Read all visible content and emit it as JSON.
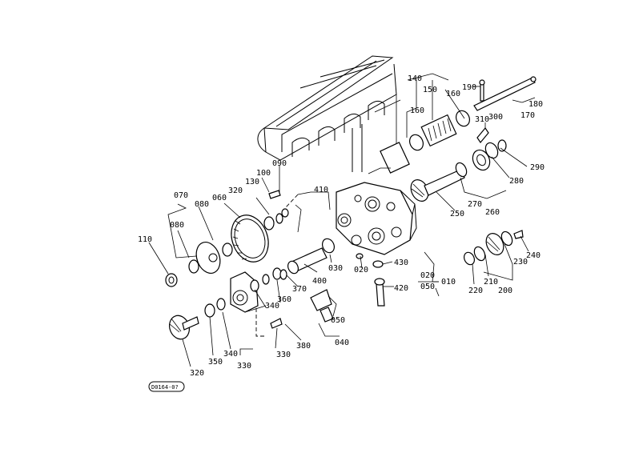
{
  "diagram_code": "D0164-0?",
  "callouts": [
    {
      "id": "c140",
      "text": "140"
    },
    {
      "id": "c150",
      "text": "150"
    },
    {
      "id": "c160a",
      "text": "160"
    },
    {
      "id": "c160b",
      "text": "160"
    },
    {
      "id": "c190",
      "text": "190"
    },
    {
      "id": "c180",
      "text": "180"
    },
    {
      "id": "c170",
      "text": "170"
    },
    {
      "id": "c310",
      "text": "310"
    },
    {
      "id": "c300",
      "text": "300"
    },
    {
      "id": "c290",
      "text": "290"
    },
    {
      "id": "c280",
      "text": "280"
    },
    {
      "id": "c270",
      "text": "270"
    },
    {
      "id": "c260",
      "text": "260"
    },
    {
      "id": "c250",
      "text": "250"
    },
    {
      "id": "c090",
      "text": "090"
    },
    {
      "id": "c100",
      "text": "100"
    },
    {
      "id": "c130",
      "text": "130"
    },
    {
      "id": "c410",
      "text": "410"
    },
    {
      "id": "c320a",
      "text": "320"
    },
    {
      "id": "c070",
      "text": "070"
    },
    {
      "id": "c060",
      "text": "060"
    },
    {
      "id": "c080a",
      "text": "080"
    },
    {
      "id": "c080b",
      "text": "080"
    },
    {
      "id": "c110",
      "text": "110"
    },
    {
      "id": "c030",
      "text": "030"
    },
    {
      "id": "c400",
      "text": "400"
    },
    {
      "id": "c370",
      "text": "370"
    },
    {
      "id": "c360",
      "text": "360"
    },
    {
      "id": "c340a",
      "text": "340"
    },
    {
      "id": "c020a",
      "text": "020"
    },
    {
      "id": "c430",
      "text": "430"
    },
    {
      "id": "c420",
      "text": "420"
    },
    {
      "id": "c020b",
      "text": "020"
    },
    {
      "id": "c050a",
      "text": "050"
    },
    {
      "id": "c010",
      "text": "010"
    },
    {
      "id": "c050b",
      "text": "050"
    },
    {
      "id": "c040",
      "text": "040"
    },
    {
      "id": "c220",
      "text": "220"
    },
    {
      "id": "c210",
      "text": "210"
    },
    {
      "id": "c200",
      "text": "200"
    },
    {
      "id": "c230",
      "text": "230"
    },
    {
      "id": "c240",
      "text": "240"
    },
    {
      "id": "c320b",
      "text": "320"
    },
    {
      "id": "c350",
      "text": "350"
    },
    {
      "id": "c340b",
      "text": "340"
    },
    {
      "id": "c330a",
      "text": "330"
    },
    {
      "id": "c330b",
      "text": "330"
    },
    {
      "id": "c380",
      "text": "380"
    }
  ]
}
